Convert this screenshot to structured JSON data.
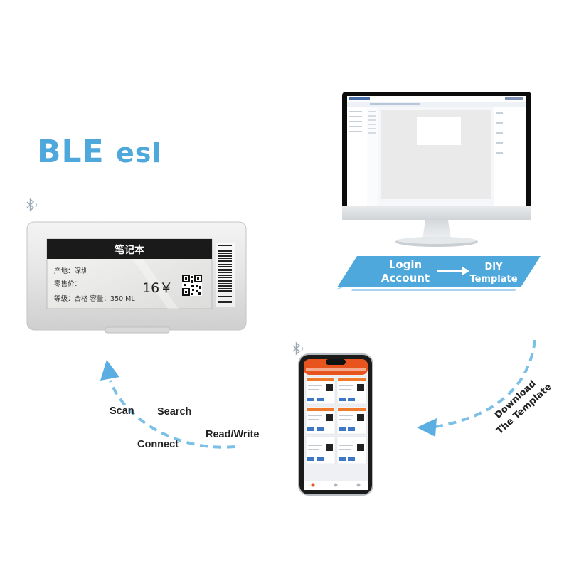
{
  "title": {
    "main": "BLE ",
    "suffix": "esl"
  },
  "esl_tag": {
    "product_name": "笔记本",
    "origin": "产地：深圳",
    "retail_price_label": "零售价：",
    "grade_capacity": "等级：合格   容量：350 ML",
    "price": "16￥"
  },
  "pc_flow": {
    "step1_line1": "Login",
    "step1_line2": "Account",
    "step2_line1": "DIY",
    "step2_line2": "Template"
  },
  "download_label": {
    "line1": "Download",
    "line2": "The Template"
  },
  "ble_steps": {
    "scan": "Scan",
    "search": "Search",
    "connect": "Connect",
    "read_write": "Read/Write"
  },
  "colors": {
    "accent": "#4fa8dc",
    "arrow_dash": "#7cc0e8",
    "app_header": "#e8541e",
    "tag_header": "#1a1a1a"
  },
  "icons": [
    "bluetooth-icon",
    "qr-code-icon",
    "barcode-icon",
    "arrow-right-icon"
  ]
}
